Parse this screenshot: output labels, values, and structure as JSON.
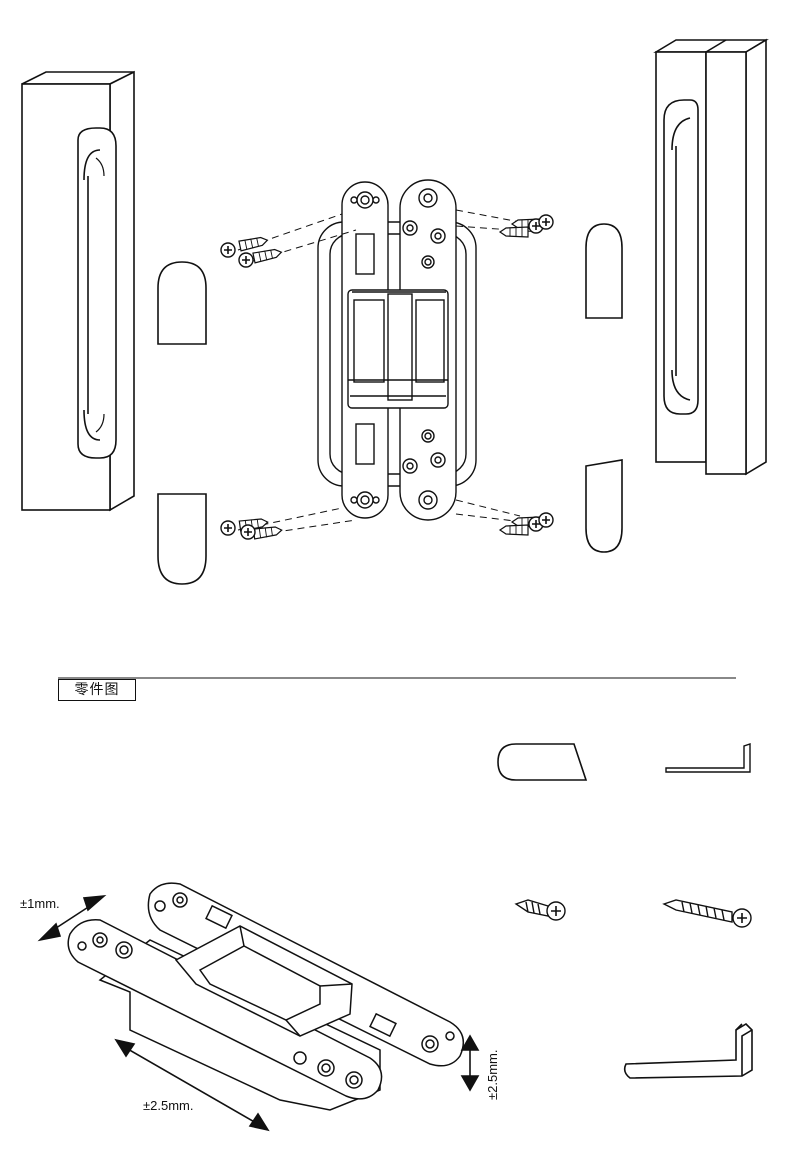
{
  "parts_section": {
    "title": "零件图"
  },
  "adjustments": {
    "depth": "±1mm.",
    "vertical": "±2.5mm.",
    "lateral": "±2.5mm."
  },
  "components": [
    {
      "name": "frame-cover-cap"
    },
    {
      "name": "small-allen-key"
    },
    {
      "name": "short-screw"
    },
    {
      "name": "long-screw"
    },
    {
      "name": "large-allen-key"
    }
  ]
}
